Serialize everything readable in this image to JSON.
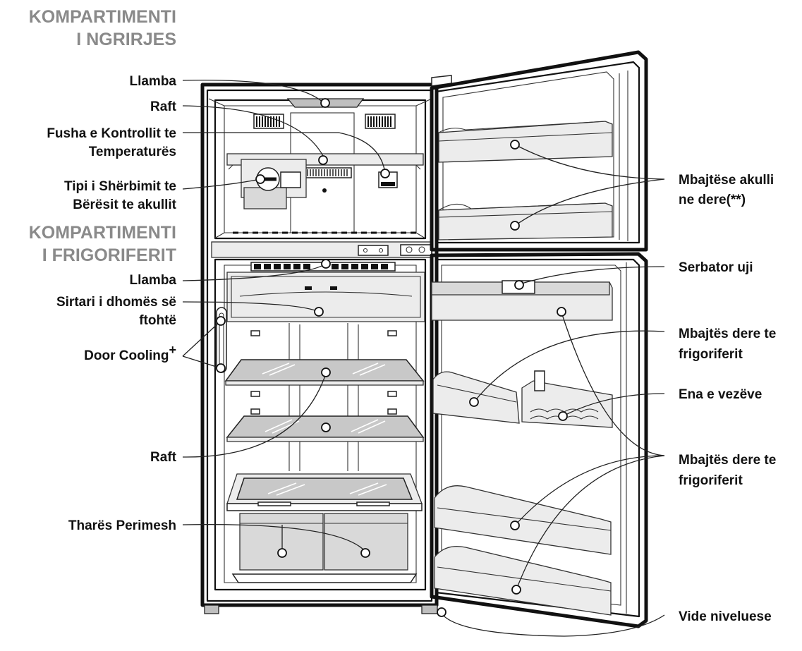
{
  "sections": {
    "freezer": [
      "KOMPARTIMENTI",
      "I NGRIRJES"
    ],
    "fridge": [
      "KOMPARTIMENTI",
      "I FRIGORIFERIT"
    ]
  },
  "labels": {
    "lamp_freezer": "Llamba",
    "shelf_freezer": "Raft",
    "temp_control": [
      "Fusha e Kontrollit te",
      "Temperaturës"
    ],
    "ice_maker": [
      "Tipi i Shërbimit te",
      "Bërësit te akullit"
    ],
    "lamp_fridge": "Llamba",
    "chiller_drawer": [
      "Sirtari i dhomës së",
      "ftohtë"
    ],
    "door_cooling": "Door Cooling",
    "door_cooling_sup": "+",
    "shelf_fridge": "Raft",
    "crisper": "Tharës Perimesh",
    "freezer_door_bin": [
      "Mbajtëse akulli",
      "ne dere(**)"
    ],
    "water_tank": "Serbator uji",
    "fridge_door_bin_upper": [
      "Mbajtës dere te",
      "frigoriferit"
    ],
    "egg_tray": "Ena e vezëve",
    "fridge_door_bin_lower": [
      "Mbajtës dere te",
      "frigoriferit"
    ],
    "leveling_screw": "Vide niveluese"
  }
}
